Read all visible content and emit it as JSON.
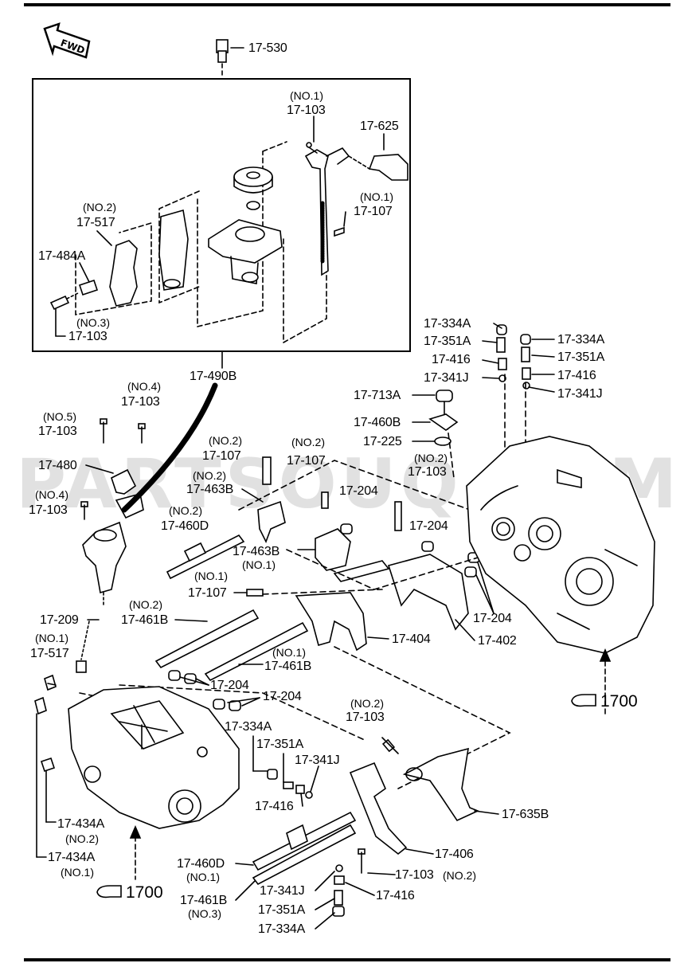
{
  "orientation": {
    "fwd": "FWD"
  },
  "watermark": "PARTSOUQ.COM",
  "refs": {
    "left": "1700",
    "right": "1700"
  },
  "parts": {
    "p17_530": "17-530",
    "inset_no1": "(NO.1)",
    "inset_103": "17-103",
    "p17_625": "17-625",
    "inset_107_no": "(NO.1)",
    "inset_107": "17-107",
    "inset_517_no": "(NO.2)",
    "inset_517": "17-517",
    "p17_484A": "17-484A",
    "inset_103b_no": "(NO.3)",
    "inset_103b": "17-103",
    "p17_490B": "17-490B",
    "r_334A": "17-334A",
    "r_351A": "17-351A",
    "r_416": "17-416",
    "r_341J": "17-341J",
    "rr_334A": "17-334A",
    "rr_351A": "17-351A",
    "rr_416": "17-416",
    "rr_341J": "17-341J",
    "p17_713A": "17-713A",
    "p17_460B": "17-460B",
    "p17_225": "17-225",
    "c_103_no": "(NO.2)",
    "c_103": "17-103",
    "l_103_no4": "(NO.4)",
    "l_103_4": "17-103",
    "l_103_no5": "(NO.5)",
    "l_103_5": "17-103",
    "p17_480": "17-480",
    "l_103b_no4": "(NO.4)",
    "l_103b_4": "17-103",
    "m_107_no2": "(NO.2)",
    "m_107": "17-107",
    "m_463B_no": "(NO.2)",
    "m_463B": "17-463B",
    "m_460D_no": "(NO.2)",
    "m_460D": "17-460D",
    "c_107_no2": "(NO.2)",
    "c_107": "17-107",
    "c_204": "17-204",
    "c_463B": "17-463B",
    "c_463B_no": "(NO.1)",
    "c_204b": "17-204",
    "m_107b_no": "(NO.1)",
    "m_107b": "17-107",
    "p17_209": "17-209",
    "m_461B_no": "(NO.2)",
    "m_461B": "17-461B",
    "l_517_no": "(NO.1)",
    "l_517": "17-517",
    "p17_404": "17-404",
    "p17_402": "17-402",
    "r_204": "17-204",
    "m_461B2_no": "(NO.1)",
    "m_461B2": "17-461B",
    "m_204a": "17-204",
    "m_204b": "17-204",
    "b_334A": "17-334A",
    "b_351A": "17-351A",
    "b_341J": "17-341J",
    "b_416": "17-416",
    "b_103_no": "(NO.2)",
    "b_103": "17-103",
    "p17_635B": "17-635B",
    "p17_406": "17-406",
    "l_434A_1": "17-434A",
    "l_434A_1_no": "(NO.2)",
    "l_434A_2": "17-434A",
    "l_434A_2_no": "(NO.1)",
    "b_460D": "17-460D",
    "b_460D_no": "(NO.1)",
    "b_103b": "17-103",
    "b_103b_no": "(NO.2)",
    "b_341J2": "17-341J",
    "b_416b": "17-416",
    "b_461B": "17-461B",
    "b_461B_no": "(NO.3)",
    "b_351A2": "17-351A",
    "b_334A2": "17-334A"
  }
}
